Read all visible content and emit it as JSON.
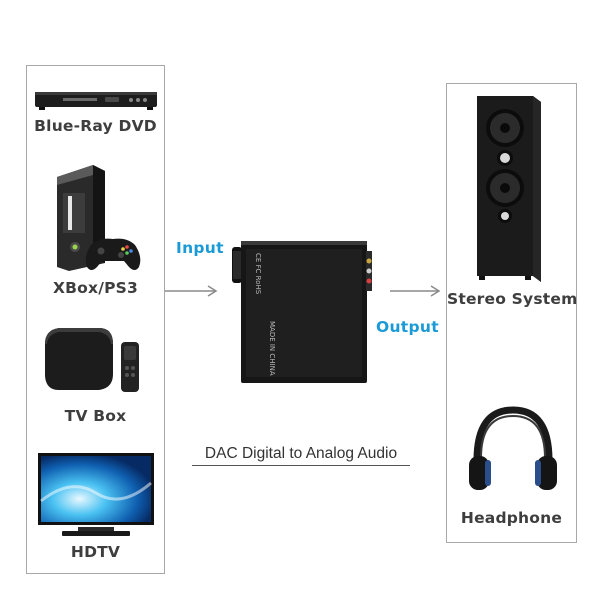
{
  "sources": [
    {
      "label": "Blue-Ray DVD"
    },
    {
      "label": "XBox/PS3"
    },
    {
      "label": "TV Box"
    },
    {
      "label": "HDTV"
    }
  ],
  "outputs": [
    {
      "label": "Stereo System"
    },
    {
      "label": "Headphone"
    }
  ],
  "flow": {
    "input_label": "Input",
    "output_label": "Output"
  },
  "dac": {
    "marking_ce": "CE FC RoHS",
    "marking_made": "MADE IN CHINA"
  },
  "caption": "DAC Digital to Analog Audio",
  "colors": {
    "accent": "#1a9ad6",
    "panel_border": "#a8a8a8",
    "label_text": "#3e3e3e"
  }
}
